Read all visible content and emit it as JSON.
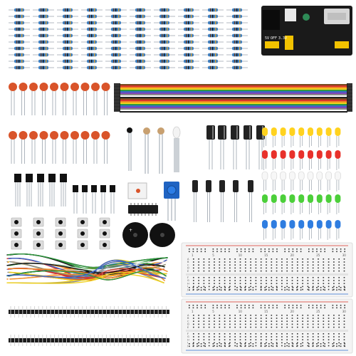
{
  "scene": {
    "background": "#ffffff",
    "description_free": true
  },
  "components": {
    "resistor_grid": {
      "rows": 10,
      "cols": 10,
      "body_color": "#3f7fbf",
      "lead_color": "#9aa3ad"
    },
    "power_module": {
      "pcb_color": "#1a1a1a",
      "jumper_color": "#f2c200",
      "led_color": "#2e8b57"
    },
    "ceramic_caps": {
      "rows": 2,
      "cols": 10,
      "color": "#d9542a"
    },
    "ribbon": {
      "colors": [
        "#7a4a1f",
        "#d8342b",
        "#f08a24",
        "#f1d21c",
        "#2f9a3f",
        "#3a66c9",
        "#7f46b3",
        "#8a8a8a",
        "#ffffff",
        "#222222"
      ]
    },
    "electrolytic_caps": {
      "count_top": 5,
      "count_bottom": 5,
      "color": "#222222"
    },
    "leds": {
      "cols": 9,
      "rows": [
        {
          "name": "yellow",
          "color": "#ffd21f"
        },
        {
          "name": "red",
          "color": "#e8312b"
        },
        {
          "name": "white",
          "color": "#f7f7f7"
        },
        {
          "name": "green",
          "color": "#4ccf3a"
        },
        {
          "name": "blue",
          "color": "#2f7de0"
        }
      ]
    },
    "transistors": {
      "count": 5,
      "color": "#111111"
    },
    "small_transistors": {
      "count": 5
    },
    "ic": {
      "color": "#1b1b1b"
    },
    "tact_switches": {
      "rows": 3,
      "cols": 5
    },
    "buzzers": {
      "count": 2,
      "label": "+"
    },
    "jumper_wires": {
      "colors": [
        "#111111",
        "#d8342b",
        "#f08a24",
        "#f1d21c",
        "#2f9a3f",
        "#3a66c9",
        "#ffffff",
        "#8a8a8a"
      ]
    },
    "header_pins": {
      "rows": 2
    },
    "breadboard": {
      "count": 2,
      "rail_red": "#d8342b",
      "rail_blue": "#2f6fd0",
      "row_letters_top": [
        "A",
        "B",
        "C",
        "D",
        "E"
      ],
      "row_letters_bottom": [
        "F",
        "G",
        "H",
        "I",
        "J"
      ],
      "column_numbers": [
        "1",
        "",
        "",
        "",
        "5",
        "",
        "",
        "",
        "",
        "10",
        "",
        "",
        "",
        "",
        "15",
        "",
        "",
        "",
        "",
        "20",
        "",
        "",
        "",
        "",
        "25",
        "",
        "",
        "",
        "",
        "30"
      ]
    },
    "power_module_labels": {
      "left": "5V",
      "mid": "OFF",
      "right": "3.3V"
    }
  }
}
